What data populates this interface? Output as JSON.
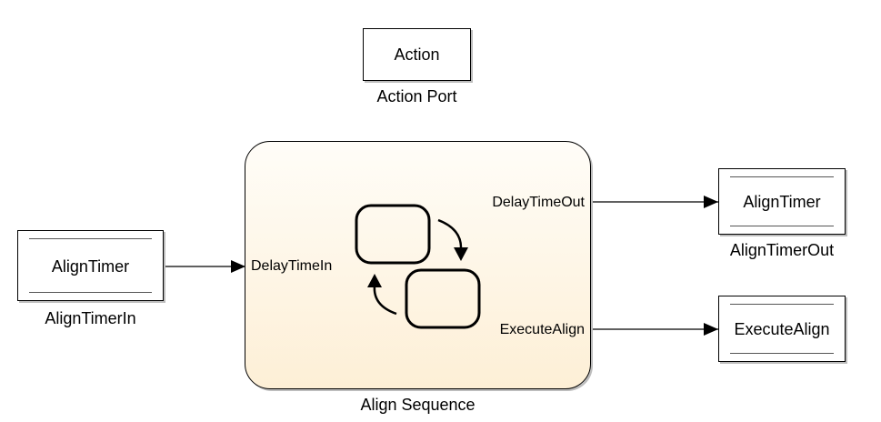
{
  "action_block": {
    "label": "Action",
    "caption": "Action Port"
  },
  "chart_block": {
    "caption": "Align Sequence",
    "input_port": "DelayTimeIn",
    "output_ports": [
      "DelayTimeOut",
      "ExecuteAlign"
    ]
  },
  "input_store": {
    "label": "AlignTimer",
    "caption": "AlignTimerIn"
  },
  "output_stores": [
    {
      "label": "AlignTimer",
      "caption": "AlignTimerOut"
    },
    {
      "label": "ExecuteAlign",
      "caption": ""
    }
  ],
  "colors": {
    "chart_fill_top": "#fffdf8",
    "chart_fill_bottom": "#fdefd6",
    "line": "#000000"
  }
}
